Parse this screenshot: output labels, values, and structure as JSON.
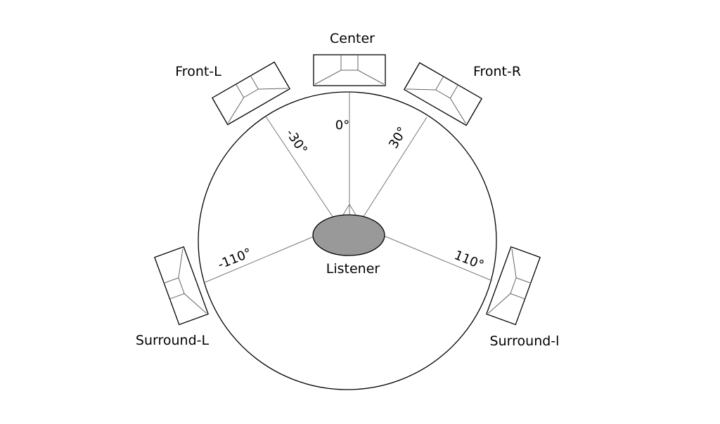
{
  "diagram": {
    "listener_label": "Listener",
    "speakers": [
      {
        "id": "center",
        "label": "Center",
        "angle_label": "0°"
      },
      {
        "id": "front-l",
        "label": "Front-L",
        "angle_label": "-30°"
      },
      {
        "id": "front-r",
        "label": "Front-R",
        "angle_label": "30°"
      },
      {
        "id": "surround-l",
        "label": "Surround-L",
        "angle_label": "-110°"
      },
      {
        "id": "surround-r",
        "label": "Surround-l",
        "angle_label": "110°"
      }
    ]
  },
  "colors": {
    "listener_fill": "#999999",
    "line": "#000000",
    "ray": "#777777"
  }
}
